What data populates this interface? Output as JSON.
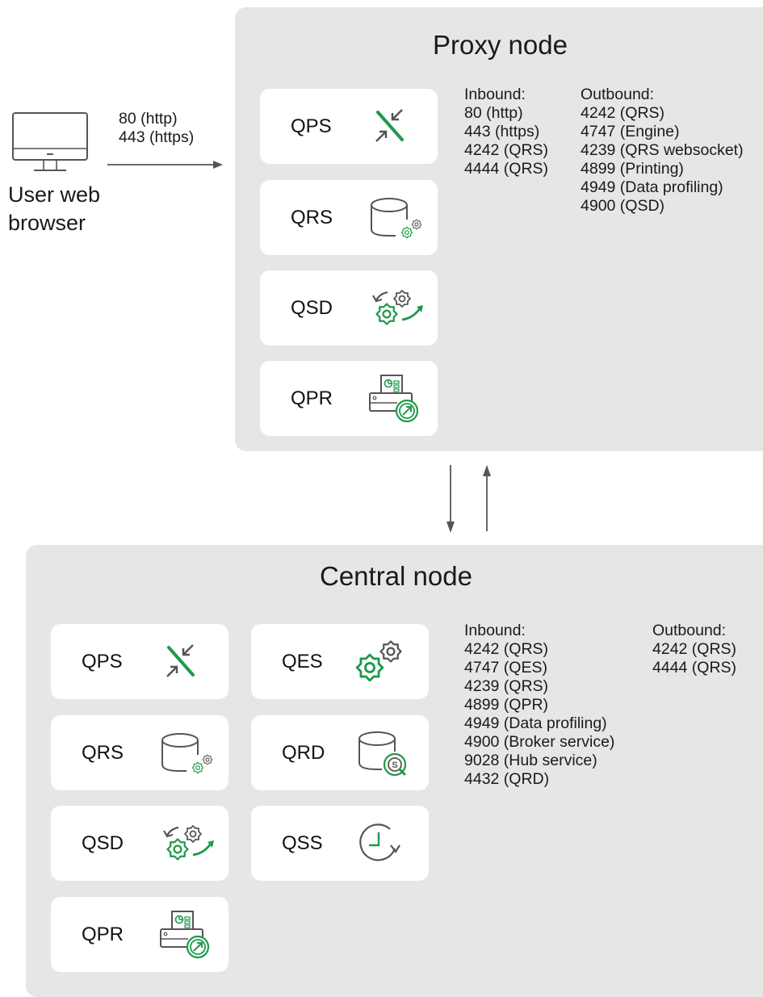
{
  "user_browser": {
    "label_line1": "User web",
    "label_line2": "browser",
    "ports": [
      "80 (http)",
      "443 (https)"
    ]
  },
  "proxy_node": {
    "title": "Proxy node",
    "services": [
      {
        "label": "QPS",
        "icon": "proxy-arrows-icon"
      },
      {
        "label": "QRS",
        "icon": "database-gears-icon"
      },
      {
        "label": "QSD",
        "icon": "gears-cycle-icon"
      },
      {
        "label": "QPR",
        "icon": "printer-export-icon"
      }
    ],
    "inbound": {
      "heading": "Inbound:",
      "ports": [
        "80 (http)",
        "443 (https)",
        "4242 (QRS)",
        "4444 (QRS)"
      ]
    },
    "outbound": {
      "heading": "Outbound:",
      "ports": [
        "4242 (QRS)",
        "4747 (Engine)",
        "4239 (QRS websocket)",
        "4899 (Printing)",
        "4949 (Data profiling)",
        "4900 (QSD)"
      ]
    }
  },
  "central_node": {
    "title": "Central node",
    "services_left": [
      {
        "label": "QPS",
        "icon": "proxy-arrows-icon"
      },
      {
        "label": "QRS",
        "icon": "database-gears-icon"
      },
      {
        "label": "QSD",
        "icon": "gears-cycle-icon"
      },
      {
        "label": "QPR",
        "icon": "printer-export-icon"
      }
    ],
    "services_right": [
      {
        "label": "QES",
        "icon": "gears-icon"
      },
      {
        "label": "QRD",
        "icon": "database-search-icon"
      },
      {
        "label": "QSS",
        "icon": "clock-refresh-icon"
      }
    ],
    "inbound": {
      "heading": "Inbound:",
      "ports": [
        "4242 (QRS)",
        "4747 (QES)",
        "4239 (QRS)",
        "4899 (QPR)",
        "4949 (Data profiling)",
        "4900 (Broker service)",
        "9028 (Hub service)",
        "4432 (QRD)"
      ]
    },
    "outbound": {
      "heading": "Outbound:",
      "ports": [
        "4242 (QRS)",
        "4444 (QRS)"
      ]
    }
  },
  "colors": {
    "panel": "#e6e6e6",
    "green": "#1f9a4a",
    "gray_icon": "#555555"
  }
}
